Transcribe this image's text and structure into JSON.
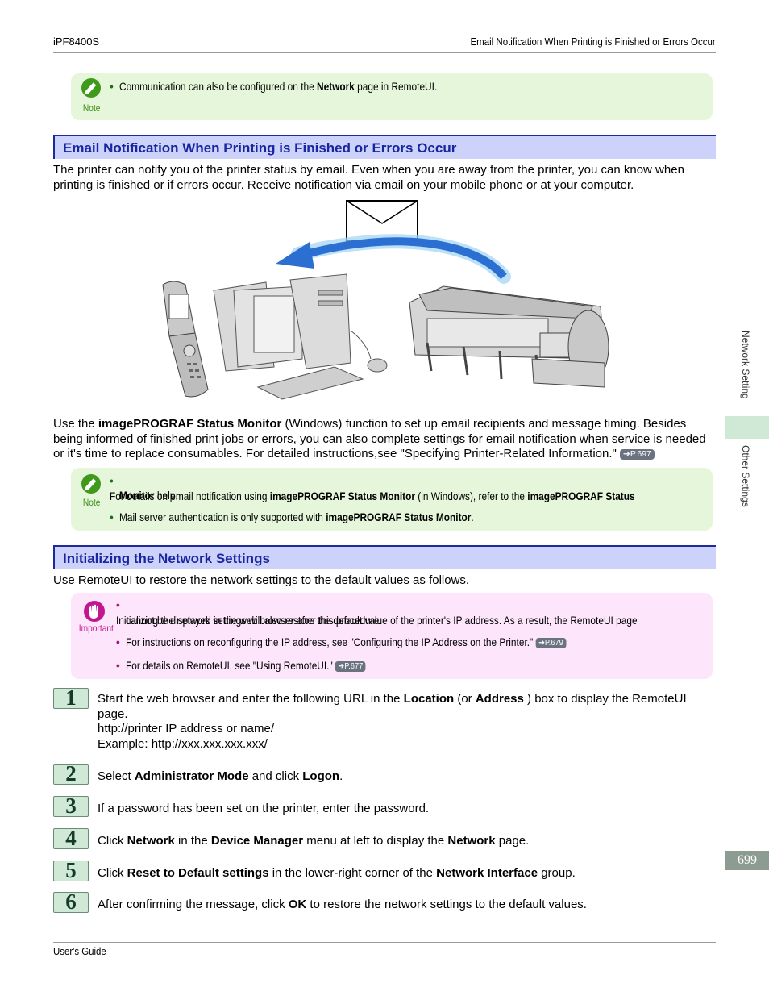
{
  "header": {
    "left": "iPF8400S",
    "right": "Email Notification When Printing is Finished or Errors Occur"
  },
  "note1": {
    "label": "Note",
    "items": [
      {
        "pre": "Communication can also be configured on the ",
        "bold": "Network",
        "post": " page in RemoteUI."
      }
    ]
  },
  "section1": {
    "title": "Email Notification When Printing is Finished or Errors Occur",
    "intro": "The printer can notify you of the printer status by email. Even when you are away from the printer, you can know when printing is finished or if errors occur. Receive notification via email on your mobile phone or at your computer.",
    "para": {
      "p1": "Use the ",
      "b1": "imagePROGRAF Status Monitor",
      "p2": " (Windows) function to set up email recipients and message timing. Besides being informed of finished print jobs or errors, you can also complete settings for email notification when service is nee­ded or it's time to replace consumables. For detailed instructions,see \"Specifying Printer-Related Information.\" ",
      "ref": "➔P.697"
    }
  },
  "note2": {
    "label": "Note",
    "item1": {
      "p1": "For details on email notification using ",
      "b1": "imagePROGRAF Status Monitor",
      "p2": " (in Windows), refer to the ",
      "b2": "imagePROGRAF Status",
      "b3": "Monitor",
      "p3": " help."
    },
    "item2": {
      "p1": "Mail server authentication is only supported with ",
      "b1": "imagePROGRAF Status Monitor",
      "p2": "."
    }
  },
  "section2": {
    "title": "Initializing the Network Settings",
    "intro": "Use RemoteUI to restore the network settings to the default values as follows."
  },
  "important": {
    "label": "Important",
    "item1a": "Initializing the network settings will also restore the default value of the printer's IP address. As a result, the RemoteUI page",
    "item1b": "cannot be displayed in the web browser after this procedure.",
    "item2": "For instructions on reconfiguring the IP address, see \"Configuring the IP Address on the Printer.\" ",
    "item2ref": "➔P.679",
    "item3": "For details on RemoteUI, see \"Using RemoteUI.\" ",
    "item3ref": "➔P.677"
  },
  "steps": [
    {
      "num": "1",
      "p1": "Start the web browser and enter the following URL in the ",
      "b1": "Location",
      "p2": " (or ",
      "b2": "Address",
      "p3": " ) box to display the RemoteUI page.",
      "l2": "http://printer IP address or name/",
      "l3": "Example: http://xxx.xxx.xxx.xxx/"
    },
    {
      "num": "2",
      "p1": "Select ",
      "b1": "Administrator Mode",
      "p2": " and click ",
      "b2": "Logon",
      "p3": "."
    },
    {
      "num": "3",
      "p1": "If a password has been set on the printer, enter the password."
    },
    {
      "num": "4",
      "p1": "Click ",
      "b1": "Network",
      "p2": " in the ",
      "b2": "Device Manager",
      "p3": " menu at left to display the ",
      "b3": "Network",
      "p4": " page."
    },
    {
      "num": "5",
      "p1": "Click ",
      "b1": "Reset to Default settings",
      "p2": " in the lower-right corner of the ",
      "b2": "Network Interface",
      "p3": " group."
    },
    {
      "num": "6",
      "p1": "After confirming the message, click ",
      "b1": "OK",
      "p2": " to restore the network settings to the default values."
    }
  ],
  "sidebar": {
    "tab1": "Network Setting",
    "tab2": "Other Settings",
    "page": "699"
  },
  "footer": "User's Guide"
}
